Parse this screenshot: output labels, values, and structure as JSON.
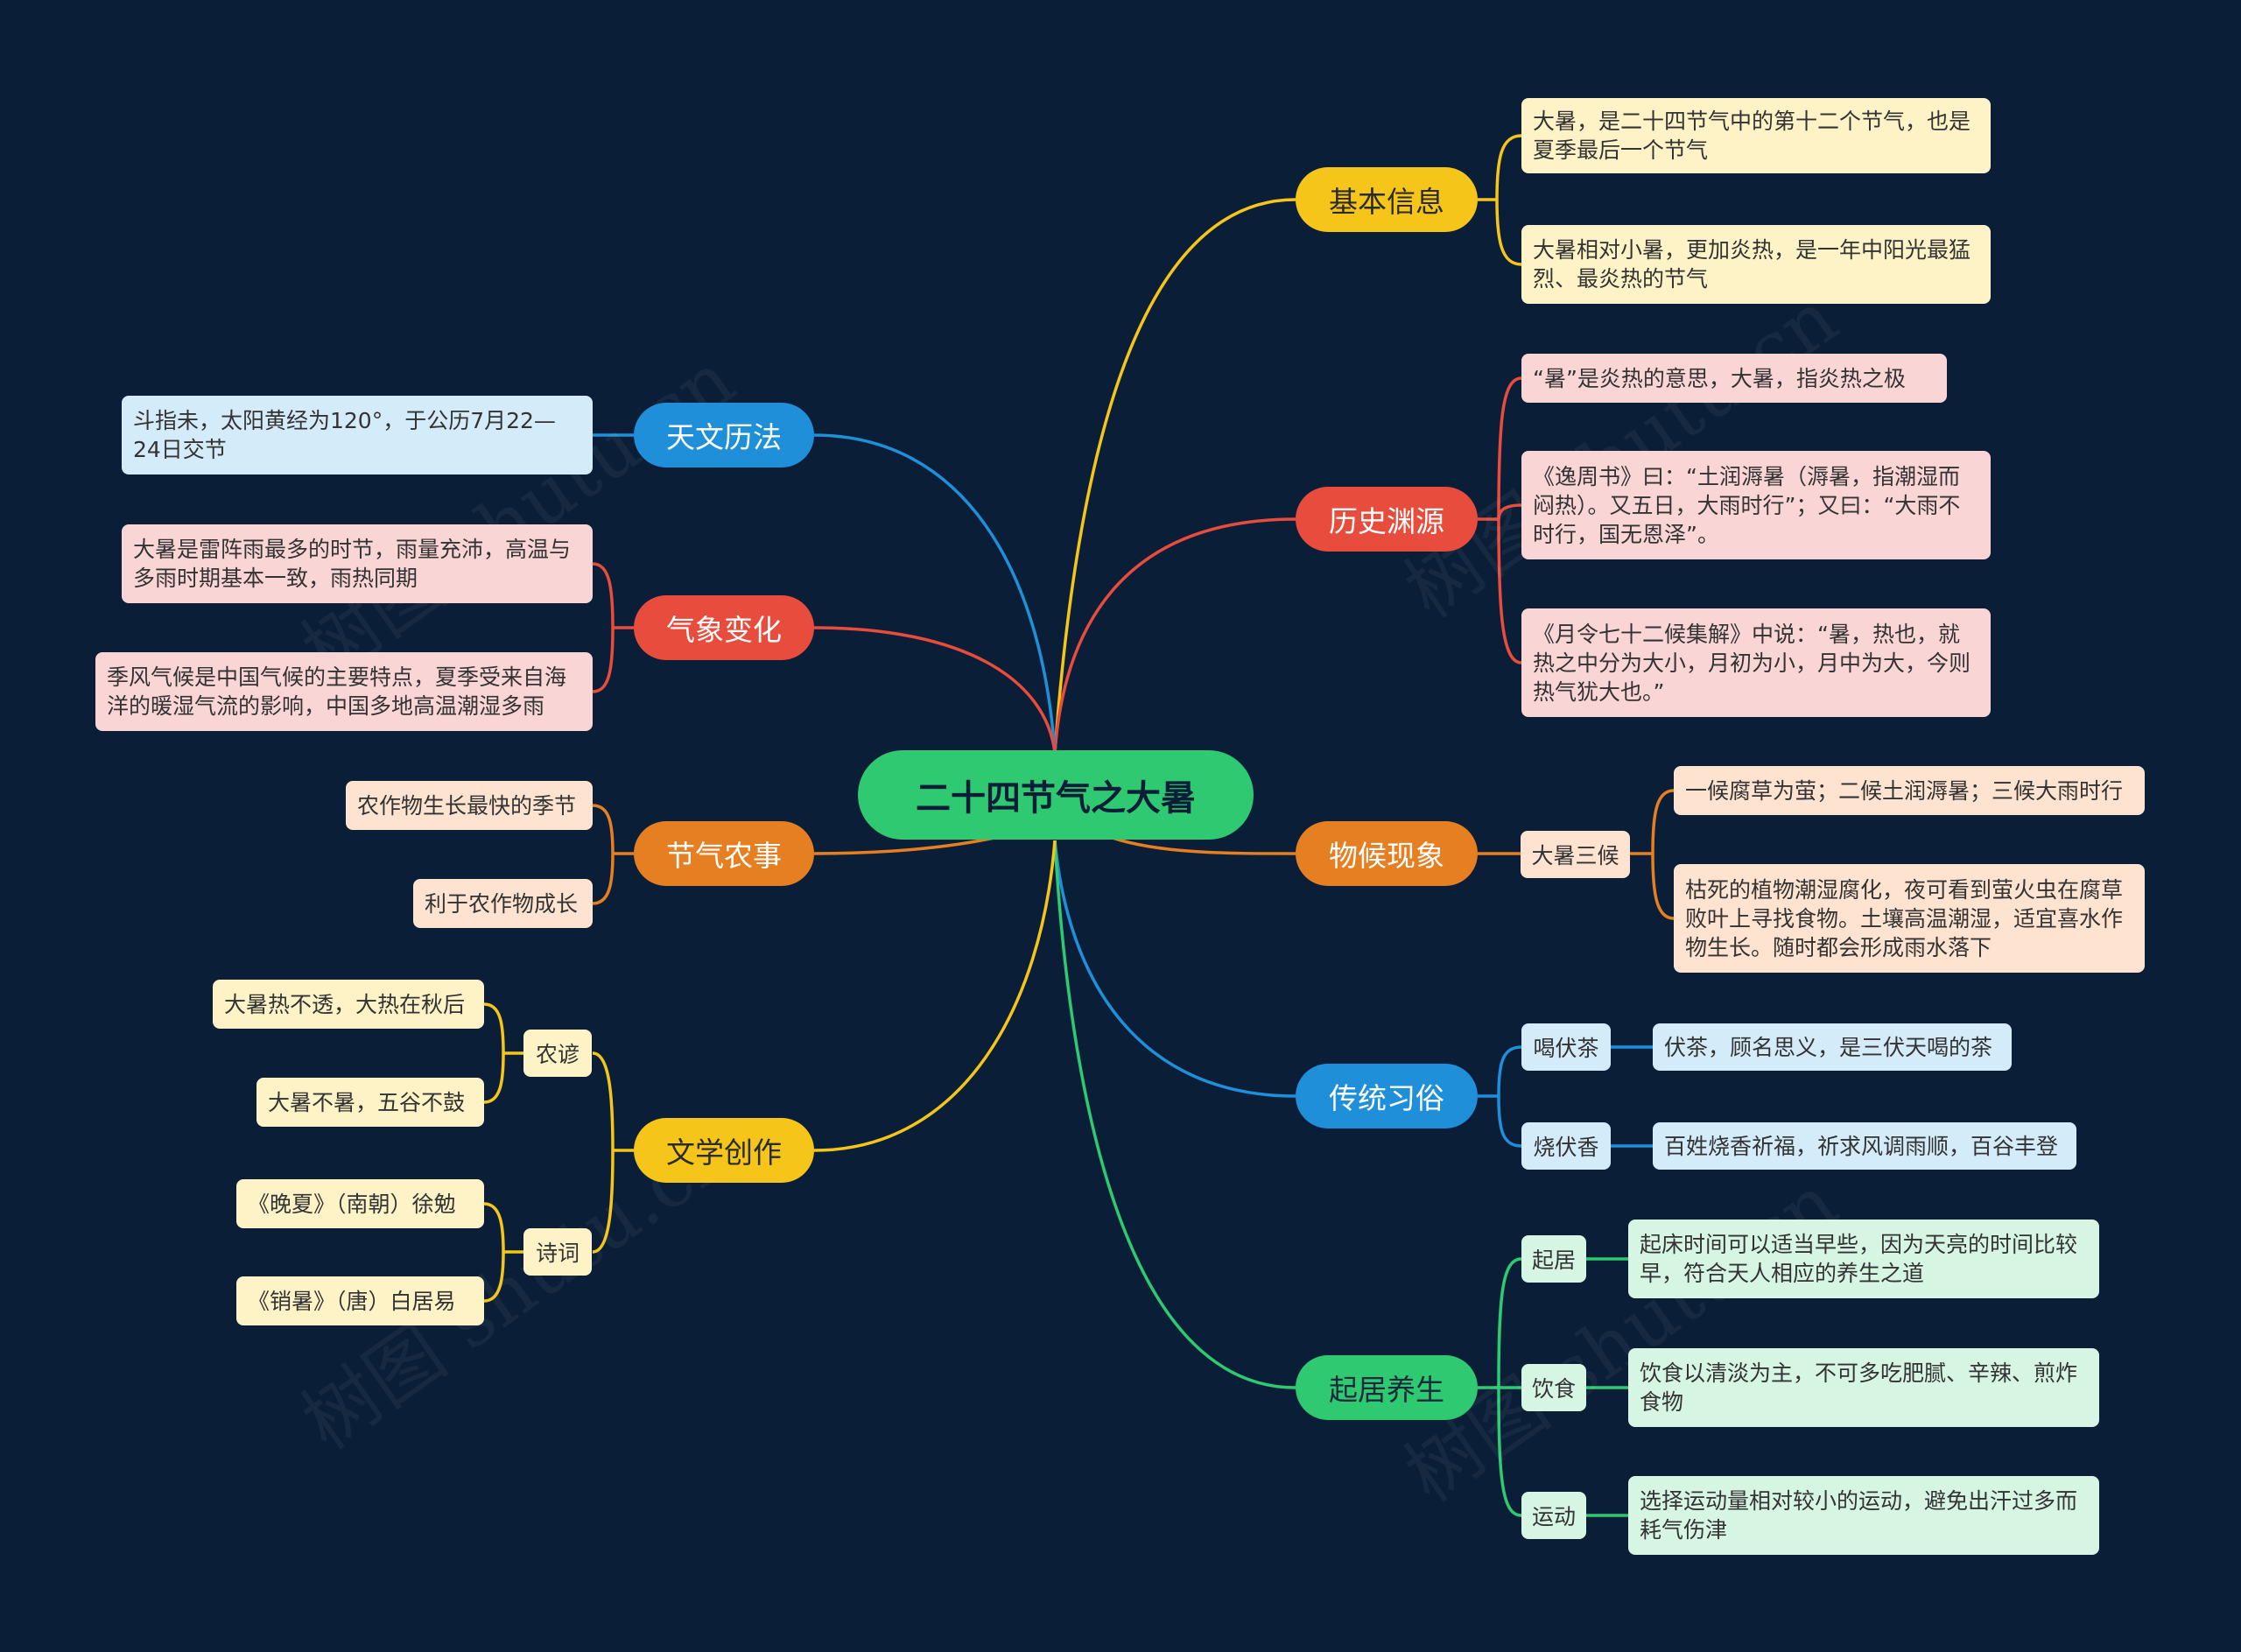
{
  "root": {
    "label": "二十四节气之大暑"
  },
  "colors": {
    "yellow": "#f5c51a",
    "red": "#e74c3c",
    "orange": "#e67e22",
    "blue": "#1e8fd8",
    "green": "#2ec971",
    "leaf_yellow": "#fdf3c7",
    "leaf_red": "#fad5d5",
    "leaf_orange": "#fde3d0",
    "leaf_blue": "#d4ebf9",
    "leaf_green": "#d6f5e2"
  },
  "branches": {
    "jiben": {
      "label": "基本信息",
      "leaves": [
        "大暑，是二十四节气中的第十二个节气，也是夏季最后一个节气",
        "大暑相对小暑，更加炎热，是一年中阳光最猛烈、最炎热的节气"
      ]
    },
    "lishi": {
      "label": "历史渊源",
      "leaves": [
        "“暑”是炎热的意思，大暑，指炎热之极",
        "《逸周书》曰：“土润溽暑（溽暑，指潮湿而闷热）。又五日，大雨时行”；又曰：“大雨不时行，国无恩泽”。",
        "《月令七十二候集解》中说：“暑，热也，就热之中分为大小，月初为小，月中为大，今则热气犹大也。”"
      ]
    },
    "wuhou": {
      "label": "物候现象",
      "mid": "大暑三候",
      "leaves": [
        "一候腐草为萤；二候土润溽暑；三候大雨时行",
        "枯死的植物潮湿腐化，夜可看到萤火虫在腐草败叶上寻找食物。土壤高温潮湿，适宜喜水作物生长。随时都会形成雨水落下"
      ]
    },
    "xisu": {
      "label": "传统习俗",
      "mids": [
        "喝伏茶",
        "烧伏香"
      ],
      "leaves": [
        "伏茶，顾名思义，是三伏天喝的茶",
        "百姓烧香祈福，祈求风调雨顺，百谷丰登"
      ]
    },
    "qiju": {
      "label": "起居养生",
      "mids": [
        "起居",
        "饮食",
        "运动"
      ],
      "leaves": [
        "起床时间可以适当早些，因为天亮的时间比较早，符合天人相应的养生之道",
        "饮食以清淡为主，不可多吃肥腻、辛辣、煎炸食物",
        "选择运动量相对较小的运动，避免出汗过多而耗气伤津"
      ]
    },
    "tianwen": {
      "label": "天文历法",
      "leaves": [
        "斗指未，太阳黄经为120°，于公历7月22—24日交节"
      ]
    },
    "qixiang": {
      "label": "气象变化",
      "leaves": [
        "大暑是雷阵雨最多的时节，雨量充沛，高温与多雨时期基本一致，雨热同期",
        "季风气候是中国气候的主要特点，夏季受来自海洋的暖湿气流的影响，中国多地高温潮湿多雨"
      ]
    },
    "nongshi": {
      "label": "节气农事",
      "leaves": [
        "农作物生长最快的季节",
        "利于农作物成长"
      ]
    },
    "wenxue": {
      "label": "文学创作",
      "mids": [
        "农谚",
        "诗词"
      ],
      "leaves": [
        "大暑热不透，大热在秋后",
        "大暑不暑，五谷不鼓",
        "《晚夏》（南朝）徐勉",
        "《销暑》（唐）白居易"
      ]
    }
  },
  "watermark": "树图 shutu.cn"
}
